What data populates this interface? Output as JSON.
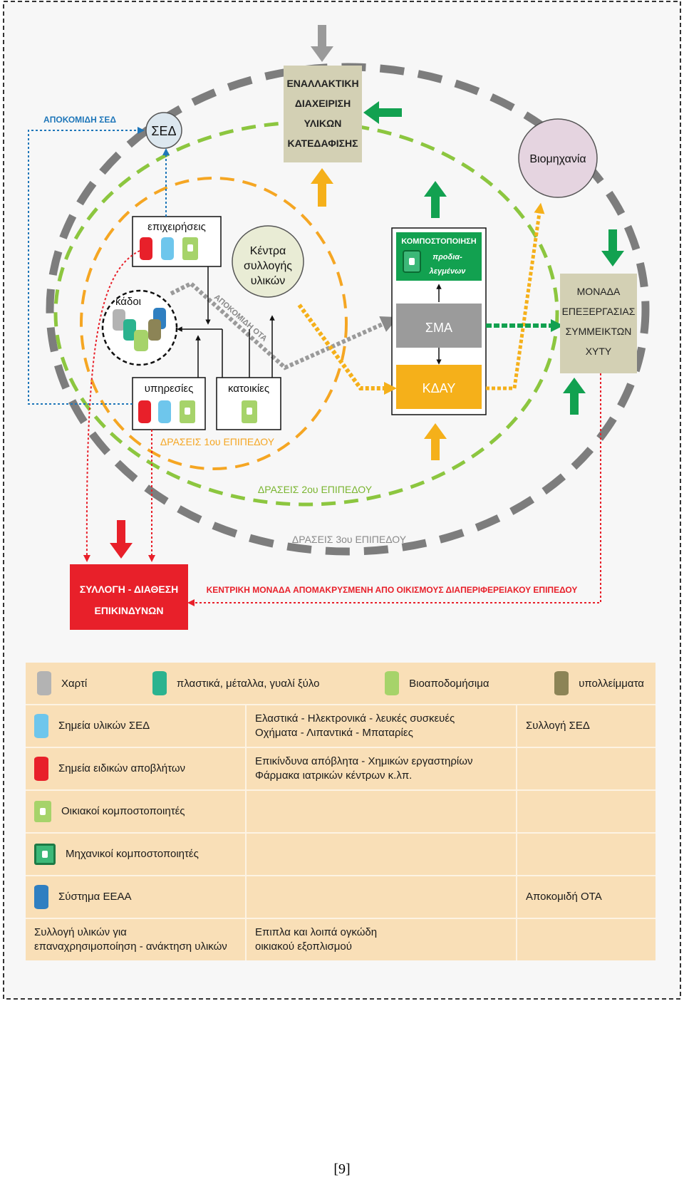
{
  "colors": {
    "gray": "#8a8a8a",
    "green": "#8cc63f",
    "orange": "#f5a623",
    "red": "#e8202a",
    "darkgreen": "#12a150",
    "blue": "#1e76b9",
    "tan": "#d3d0b4",
    "kday": "#f5b01a",
    "sma": "#9b9b9b",
    "industry": "#e5d4e0",
    "sed": "#dce7ef",
    "legend_bg": "#f9dfb7"
  },
  "diagram": {
    "alt_mgmt": [
      "ΕΝΑΛΛΑΚΤΙΚΗ",
      "ΔΙΑΧΕΙΡΙΣΗ",
      "ΥΛΙΚΩΝ",
      "ΚΑΤΕΔΑΦΙΣΗΣ"
    ],
    "sed": "ΣΕΔ",
    "sed_collection": "ΑΠΟΚΟΜΙΔΗ ΣΕΔ",
    "industry": "Βιομηχανία",
    "businesses": "επιχειρήσεις",
    "bins": "κάδοι",
    "centers": [
      "Κέντρα",
      "συλλογής",
      "υλικών"
    ],
    "ota_collection": "ΑΠΟΚΟΜΙΔΗ ΟΤΑ",
    "services": "υπηρεσίες",
    "households": "κατοικίες",
    "composting": [
      "ΚΟΜΠΟΣΤΟΠΟΙΗΣΗ",
      "προδια-",
      "λεγμένων"
    ],
    "sma": "ΣΜΑ",
    "kday": "ΚΔΑΥ",
    "plant": [
      "ΜΟΝΑΔΑ",
      "ΕΠΕΞΕΡΓΑΣΙΑΣ",
      "ΣΥΜΜΕΙΚΤΩΝ",
      "ΧΥΤΥ"
    ],
    "level1": "ΔΡΑΣΕΙΣ 1ου ΕΠΙΠΕΔΟΥ",
    "level2": "ΔΡΑΣΕΙΣ 2ου ΕΠΙΠΕΔΟΥ",
    "level3": "ΔΡΑΣΕΙΣ 3ου ΕΠΙΠΕΔΟΥ",
    "hazardous": [
      "ΣΥΛΛΟΓΗ - ΔΙΑΘΕΣΗ",
      "ΕΠΙΚΙΝΔΥΝΩΝ"
    ],
    "central_unit": "ΚΕΝΤΡΙΚΗ ΜΟΝΑΔΑ ΑΠΟΜΑΚΡΥΣΜΕΝΗ ΑΠΟ ΟΙΚΙΣΜΟΥΣ ΔΙΑΠΕΡΙΦΕΡΕΙΑΚΟΥ ΕΠΙΠΕΔΟΥ"
  },
  "legend": {
    "top": [
      {
        "label": "Χαρτί",
        "color": "#b3b3b3"
      },
      {
        "label": "πλαστικά, μέταλλα, γυαλί ξύλο",
        "color": "#2bb38f"
      },
      {
        "label": "Βιοαποδομήσιμα",
        "color": "#a6d36a"
      },
      {
        "label": "υπολλείμματα",
        "color": "#8c8456"
      }
    ],
    "rows": [
      {
        "c1": "Σημεία υλικών ΣΕΔ",
        "icon": "#6ec6ec",
        "c2": "Ελαστικά - Ηλεκτρονικά - λευκές συσκευές\nΟχήματα - Λιπαντικά - Μπαταρίες",
        "c3": "Συλλογή ΣΕΔ"
      },
      {
        "c1": "Σημεία ειδικών αποβλήτων",
        "icon": "#e8202a",
        "c2": "Επικίνδυνα απόβλητα - Χημικών εργαστηρίων\nΦάρμακα ιατρικών κέντρων κ.λπ.",
        "c3": ""
      },
      {
        "c1": "Οικιακοί κομποστοποιητές",
        "icon": "compbin",
        "c2": "",
        "c3": ""
      },
      {
        "c1": "Μηχανικοί κομποστοποιητές",
        "icon": "boxicon",
        "c2": "",
        "c3": ""
      },
      {
        "c1": "Σύστημα ΕΕΑΑ",
        "icon": "#2f7fc1",
        "c2": "",
        "c3": "Αποκομιδή ΟΤΑ"
      },
      {
        "c1": "Συλλογή υλικών για\nεπαναχρησιμοποίηση - ανάκτηση υλικών",
        "icon": "",
        "c2": "Επιπλα και λοιπά ογκώδη\nοικιακού εξοπλισμού",
        "c3": ""
      }
    ]
  },
  "footer": "[9]"
}
